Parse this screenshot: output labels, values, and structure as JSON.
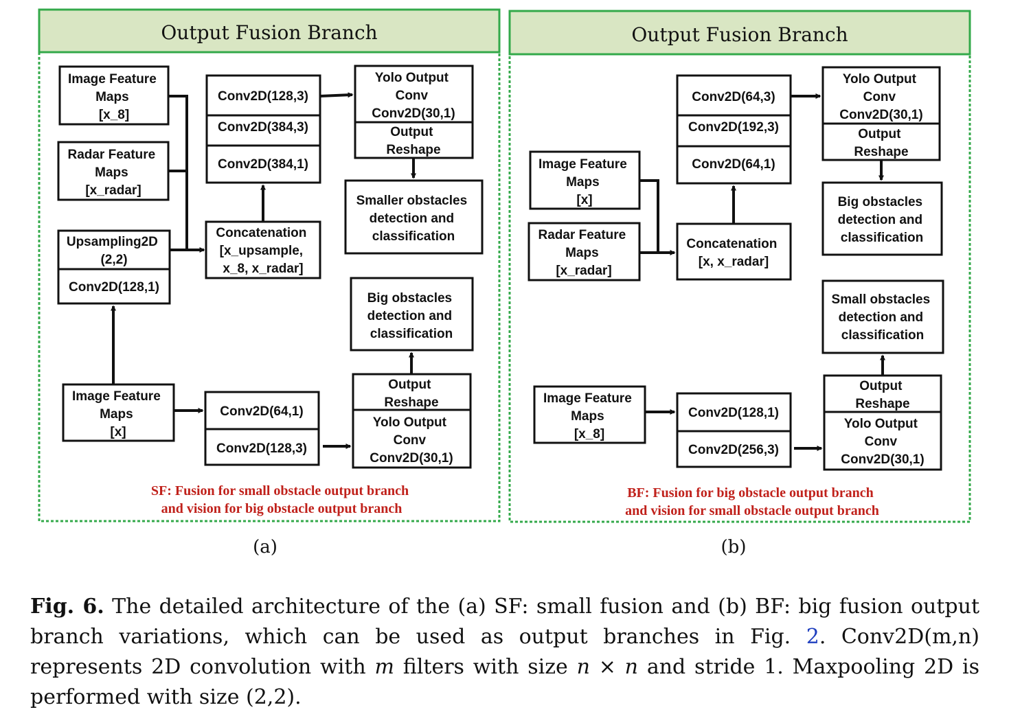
{
  "panels": [
    {
      "header": "Output Fusion Branch",
      "sublabel": "(a)",
      "note_lines": [
        "SF: Fusion for small obstacle output branch",
        "and vision for big obstacle output branch"
      ],
      "boxes": [
        {
          "name": "image-feature-maps-x8",
          "lines": [
            "Image Feature",
            "Maps",
            "[x_8]"
          ]
        },
        {
          "name": "radar-feature-maps",
          "lines": [
            "Radar Feature",
            "Maps",
            "[x_radar]"
          ]
        },
        {
          "name": "upsampling2d",
          "lines": [
            "Upsampling2D",
            "(2,2)"
          ]
        },
        {
          "name": "upsampling-conv2d",
          "lines": [
            "Conv2D(128,1)"
          ]
        },
        {
          "name": "conv2d-128-3",
          "lines": [
            "Conv2D(128,3)"
          ]
        },
        {
          "name": "conv2d-384-3",
          "lines": [
            "Conv2D(384,3)"
          ]
        },
        {
          "name": "conv2d-384-1",
          "lines": [
            "Conv2D(384,1)"
          ]
        },
        {
          "name": "concatenation",
          "lines": [
            "Concatenation",
            "[x_upsample,",
            "x_8, x_radar]"
          ]
        },
        {
          "name": "yolo-output-conv-top",
          "lines": [
            "Yolo Output",
            "Conv",
            "Conv2D(30,1)"
          ]
        },
        {
          "name": "output-reshape-top",
          "lines": [
            "Output",
            "Reshape"
          ]
        },
        {
          "name": "smaller-obstacles-detection",
          "lines": [
            "Smaller obstacles",
            "detection and",
            "classification"
          ]
        },
        {
          "name": "big-obstacles-detection",
          "lines": [
            "Big obstacles",
            "detection and",
            "classification"
          ]
        },
        {
          "name": "output-reshape-bottom",
          "lines": [
            "Output",
            "Reshape"
          ]
        },
        {
          "name": "yolo-output-conv-bottom",
          "lines": [
            "Yolo Output",
            "Conv",
            "Conv2D(30,1)"
          ]
        },
        {
          "name": "image-feature-maps-x",
          "lines": [
            "Image Feature",
            "Maps",
            "[x]"
          ]
        },
        {
          "name": "conv2d-64-1",
          "lines": [
            "Conv2D(64,1)"
          ]
        },
        {
          "name": "conv2d-128-3-bottom",
          "lines": [
            "Conv2D(128,3)"
          ]
        }
      ]
    },
    {
      "header": "Output Fusion Branch",
      "sublabel": "(b)",
      "note_lines": [
        "BF: Fusion for big obstacle output branch",
        "and vision for small obstacle output branch"
      ],
      "boxes": [
        {
          "name": "image-feature-maps-x",
          "lines": [
            "Image Feature",
            "Maps",
            "[x]"
          ]
        },
        {
          "name": "radar-feature-maps",
          "lines": [
            "Radar Feature",
            "Maps",
            "[x_radar]"
          ]
        },
        {
          "name": "conv2d-64-3",
          "lines": [
            "Conv2D(64,3)"
          ]
        },
        {
          "name": "conv2d-192-3",
          "lines": [
            "Conv2D(192,3)"
          ]
        },
        {
          "name": "conv2d-64-1",
          "lines": [
            "Conv2D(64,1)"
          ]
        },
        {
          "name": "concatenation",
          "lines": [
            "Concatenation",
            "[x, x_radar]"
          ]
        },
        {
          "name": "yolo-output-conv-top",
          "lines": [
            "Yolo Output",
            "Conv",
            "Conv2D(30,1)"
          ]
        },
        {
          "name": "output-reshape-top",
          "lines": [
            "Output",
            "Reshape"
          ]
        },
        {
          "name": "big-obstacles-detection",
          "lines": [
            "Big obstacles",
            "detection and",
            "classification"
          ]
        },
        {
          "name": "small-obstacles-detection",
          "lines": [
            "Small obstacles",
            "detection and",
            "classification"
          ]
        },
        {
          "name": "output-reshape-bottom",
          "lines": [
            "Output",
            "Reshape"
          ]
        },
        {
          "name": "yolo-output-conv-bottom",
          "lines": [
            "Yolo Output",
            "Conv",
            "Conv2D(30,1)"
          ]
        },
        {
          "name": "image-feature-maps-x8",
          "lines": [
            "Image Feature",
            "Maps",
            "[x_8]"
          ]
        },
        {
          "name": "conv2d-128-1",
          "lines": [
            "Conv2D(128,1)"
          ]
        },
        {
          "name": "conv2d-256-3",
          "lines": [
            "Conv2D(256,3)"
          ]
        }
      ]
    }
  ],
  "caption": {
    "label": "Fig. 6.",
    "text_1": " The detailed architecture of the (a) SF: small fusion and (b) BF: big fusion output branch variations, which can be used as output branches in Fig. ",
    "ref": "2",
    "text_2": ". Conv2D(m,n) represents 2D convolution with ",
    "var_m": "m",
    "text_3": " filters with size ",
    "var_expr": "n × n",
    "text_4": " and stride 1. Maxpooling 2D is performed with size (2,2)."
  },
  "colors": {
    "header_fill": "#d9e6c3",
    "frame_green": "#33a94a",
    "note_red": "#c0211b",
    "link_blue": "#1f3fbf"
  }
}
